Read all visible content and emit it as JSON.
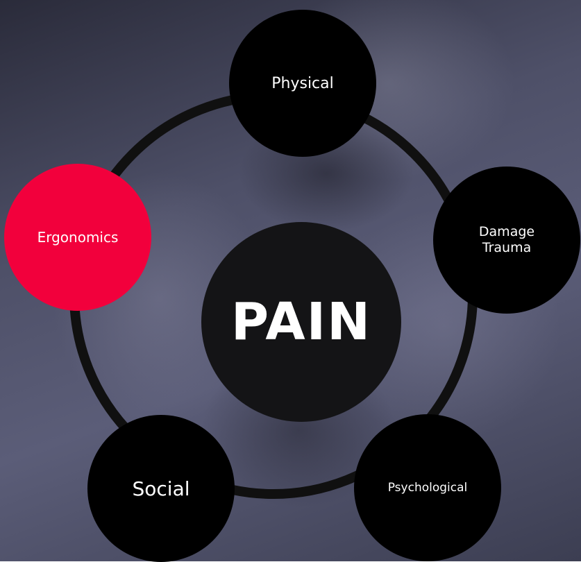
{
  "diagram": {
    "center": "PAIN",
    "nodes": {
      "physical": "Physical",
      "damage": "Damage Trauma",
      "psychological": "Psychological",
      "social": "Social",
      "ergonomics": "Ergonomics"
    },
    "colors": {
      "node": "#000000",
      "center": "#141416",
      "highlight": "#f2003c",
      "ring": "#101010",
      "text": "#ffffff"
    }
  }
}
